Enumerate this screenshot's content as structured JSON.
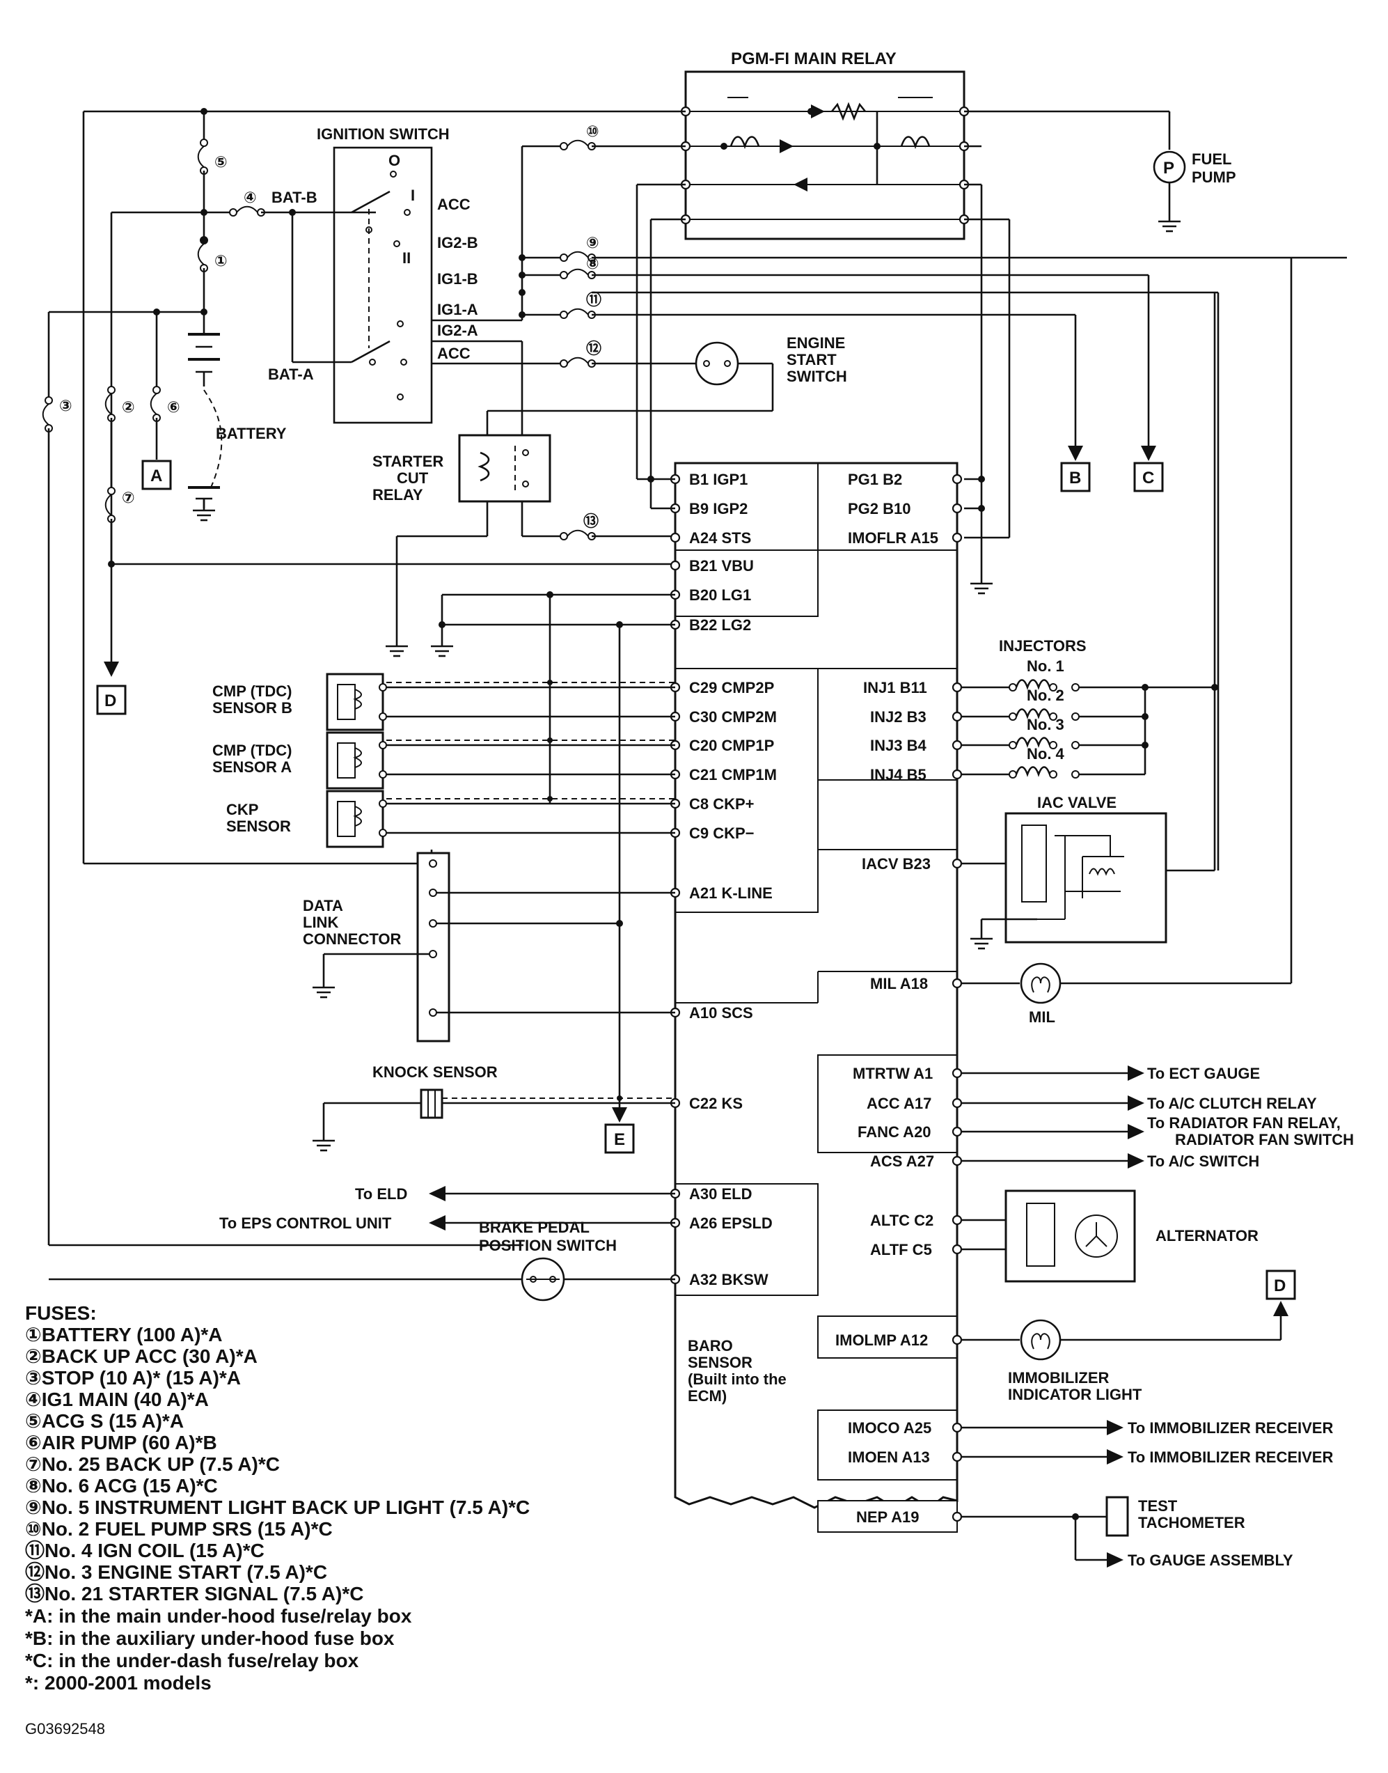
{
  "relay": {
    "title": "PGM-FI MAIN RELAY"
  },
  "fuel_pump": {
    "line1": "FUEL",
    "line2": "PUMP",
    "symbol": "P"
  },
  "ignition_switch": {
    "title": "IGNITION SWITCH",
    "pos_o": "O",
    "pos_i": "I",
    "pos_ii": "II",
    "bat_b": "BAT-B",
    "bat_a": "BAT-A",
    "acc1": "ACC",
    "ig2b": "IG2-B",
    "ig1b": "IG1-B",
    "ig1a": "IG1-A",
    "ig2a": "IG2-A",
    "acc2": "ACC"
  },
  "battery": {
    "label": "BATTERY"
  },
  "engine_start": {
    "line1": "ENGINE",
    "line2": "START",
    "line3": "SWITCH"
  },
  "starter_cut": {
    "line1": "STARTER",
    "line2": "CUT",
    "line3": "RELAY"
  },
  "connectors": {
    "a": "A",
    "b": "B",
    "c": "C",
    "d": "D",
    "e": "E"
  },
  "fuse_nums": {
    "f1": "①",
    "f2": "②",
    "f3": "③",
    "f4": "④",
    "f5": "⑤",
    "f6": "⑥",
    "f7": "⑦",
    "f8": "⑧",
    "f9": "⑨",
    "f10": "⑩",
    "f11": "⑪",
    "f12": "⑫",
    "f13": "⑬"
  },
  "ecm_left_pins": {
    "b1": "B1 IGP1",
    "b9": "B9 IGP2",
    "a24": "A24 STS",
    "b21": "B21 VBU",
    "b20": "B20 LG1",
    "b22": "B22 LG2",
    "c29": "C29 CMP2P",
    "c30": "C30 CMP2M",
    "c20": "C20 CMP1P",
    "c21": "C21 CMP1M",
    "c8": "C8 CKP+",
    "c9": "C9 CKP−",
    "a21": "A21 K-LINE",
    "a10": "A10 SCS",
    "c22": "C22 KS",
    "a30": "A30 ELD",
    "a26": "A26 EPSLD",
    "a32": "A32 BKSW"
  },
  "ecm_right_pins": {
    "pg1": "PG1 B2",
    "pg2": "PG2 B10",
    "imoflr": "IMOFLR A15",
    "inj1": "INJ1 B11",
    "inj2": "INJ2 B3",
    "inj3": "INJ3 B4",
    "inj4": "INJ4 B5",
    "iacv": "IACV B23",
    "mil": "MIL A18",
    "mtrtw": "MTRTW A1",
    "acc": "ACC A17",
    "fanc": "FANC A20",
    "acs": "ACS A27",
    "altc": "ALTC C2",
    "altf": "ALTF C5",
    "imolmp": "IMOLMP A12",
    "imoco": "IMOCO A25",
    "imoen": "IMOEN A13",
    "nep": "NEP A19"
  },
  "sensors": {
    "cmp_b1": "CMP (TDC)",
    "cmp_b2": "SENSOR B",
    "cmp_a1": "CMP (TDC)",
    "cmp_a2": "SENSOR A",
    "ckp1": "CKP",
    "ckp2": "SENSOR",
    "dlc1": "DATA",
    "dlc2": "LINK",
    "dlc3": "CONNECTOR",
    "knock": "KNOCK SENSOR",
    "brake1": "BRAKE PEDAL",
    "brake2": "POSITION SWITCH"
  },
  "injectors": {
    "title": "INJECTORS",
    "n1": "No. 1",
    "n2": "No. 2",
    "n3": "No. 3",
    "n4": "No. 4"
  },
  "iac": {
    "title": "IAC VALVE"
  },
  "mil": {
    "label": "MIL"
  },
  "outputs": {
    "ect": "To ECT GAUGE",
    "ac_clutch": "To A/C CLUTCH RELAY",
    "fan1": "To RADIATOR FAN RELAY,",
    "fan2": "RADIATOR FAN SWITCH",
    "ac_switch": "To A/C SWITCH",
    "eld": "To ELD",
    "eps": "To EPS CONTROL UNIT",
    "alternator": "ALTERNATOR",
    "imm_light1": "IMMOBILIZER",
    "imm_light2": "INDICATOR LIGHT",
    "imm_rx1": "To IMMOBILIZER RECEIVER",
    "imm_rx2": "To IMMOBILIZER RECEIVER",
    "tach1": "TEST",
    "tach2": "TACHOMETER",
    "gauge": "To GAUGE ASSEMBLY"
  },
  "baro": {
    "l1": "BARO",
    "l2": "SENSOR",
    "l3": "(Built into the",
    "l4": "ECM)"
  },
  "fuses": {
    "title": "FUSES:",
    "items": [
      "①BATTERY (100 A)*A",
      "②BACK UP ACC (30 A)*A",
      "③STOP (10 A)* (15 A)*A",
      "④IG1 MAIN (40 A)*A",
      "⑤ACG S (15 A)*A",
      "⑥AIR PUMP (60 A)*B",
      "⑦No. 25 BACK UP (7.5 A)*C",
      "⑧No. 6 ACG (15 A)*C",
      "⑨No. 5 INSTRUMENT LIGHT BACK UP LIGHT (7.5 A)*C",
      "⑩No. 2 FUEL PUMP SRS (15 A)*C",
      "⑪No. 4 IGN COIL (15 A)*C",
      "⑫No. 3 ENGINE START (7.5 A)*C",
      "⑬No. 21 STARTER SIGNAL (7.5 A)*C"
    ],
    "notes": [
      "*A: in the main under-hood fuse/relay box",
      "*B: in the auxiliary under-hood fuse box",
      "*C: in the under-dash fuse/relay box",
      "*: 2000-2001 models"
    ]
  },
  "code": "G03692548"
}
